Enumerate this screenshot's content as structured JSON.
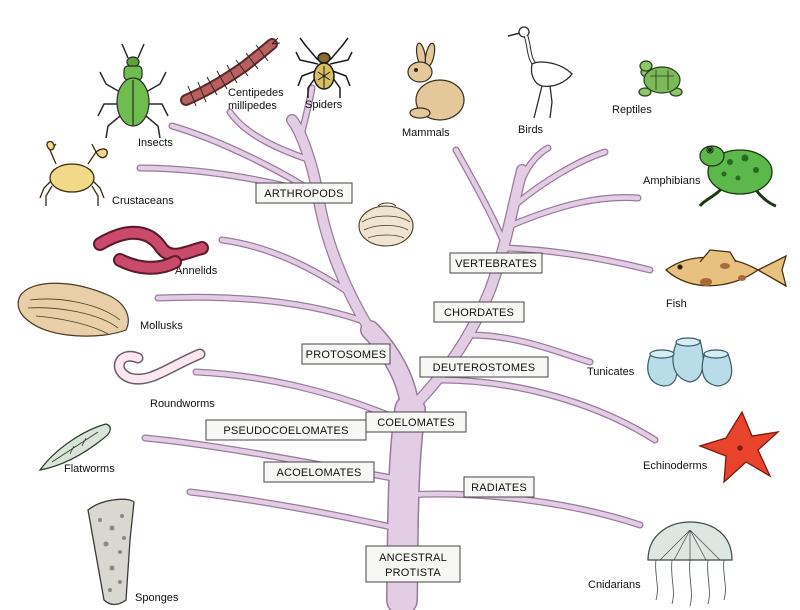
{
  "colors": {
    "branch": "#e2cde4",
    "branch_stroke": "#9a7a9c",
    "box_fill": "#f7f7f5",
    "box_stroke": "#444444",
    "insect": "#6ebd4e",
    "crab": "#f2d98a",
    "worm": "#c94a6a",
    "shell": "#e8cfa8",
    "mammal": "#e4c89a",
    "bird": "#ffffff",
    "turtle": "#7cb95a",
    "frog": "#5cb84a",
    "fish": "#e8c080",
    "tunicate": "#b8dce8",
    "starfish": "#e8442c",
    "jelly": "#dde6e0",
    "sponge": "#d8d8d0"
  },
  "groups": {
    "arthropods": "ARTHROPODS",
    "vertebrates": "VERTEBRATES",
    "chordates": "CHORDATES",
    "protosomes": "PROTOSOMES",
    "deuterostomes": "DEUTEROSTOMES",
    "coelomates": "COELOMATES",
    "pseudocoelomates": "PSEUDOCOELOMATES",
    "acoelomates": "ACOELOMATES",
    "radiates": "RADIATES",
    "ancestral_line1": "ANCESTRAL",
    "ancestral_line2": "PROTISTA"
  },
  "animals": {
    "insects": "Insects",
    "centipedes_line1": "Centipedes",
    "centipedes_line2": "millipedes",
    "spiders": "Spiders",
    "mammals": "Mammals",
    "birds": "Birds",
    "reptiles": "Reptiles",
    "crustaceans": "Crustaceans",
    "amphibians": "Amphibians",
    "annelids": "Annelids",
    "mollusks": "Mollusks",
    "fish": "Fish",
    "roundworms": "Roundworms",
    "tunicates": "Tunicates",
    "flatworms": "Flatworms",
    "echinoderms": "Echinoderms",
    "sponges": "Sponges",
    "cnidarians": "Cnidarians"
  },
  "icons": {
    "insect": "beetle-icon",
    "centipede": "centipede-icon",
    "spider": "spider-icon",
    "mammal": "rabbit-icon",
    "bird": "egret-icon",
    "reptile": "turtle-icon",
    "crustacean": "crab-icon",
    "amphibian": "frog-icon",
    "annelid": "earthworm-icon",
    "mollusk": "clam-icon",
    "fish": "fish-icon",
    "roundworm": "roundworm-icon",
    "tunicate": "tunicate-icon",
    "flatworm": "flatworm-icon",
    "echinoderm": "starfish-icon",
    "sponge": "sponge-icon",
    "cnidarian": "jellyfish-icon"
  }
}
